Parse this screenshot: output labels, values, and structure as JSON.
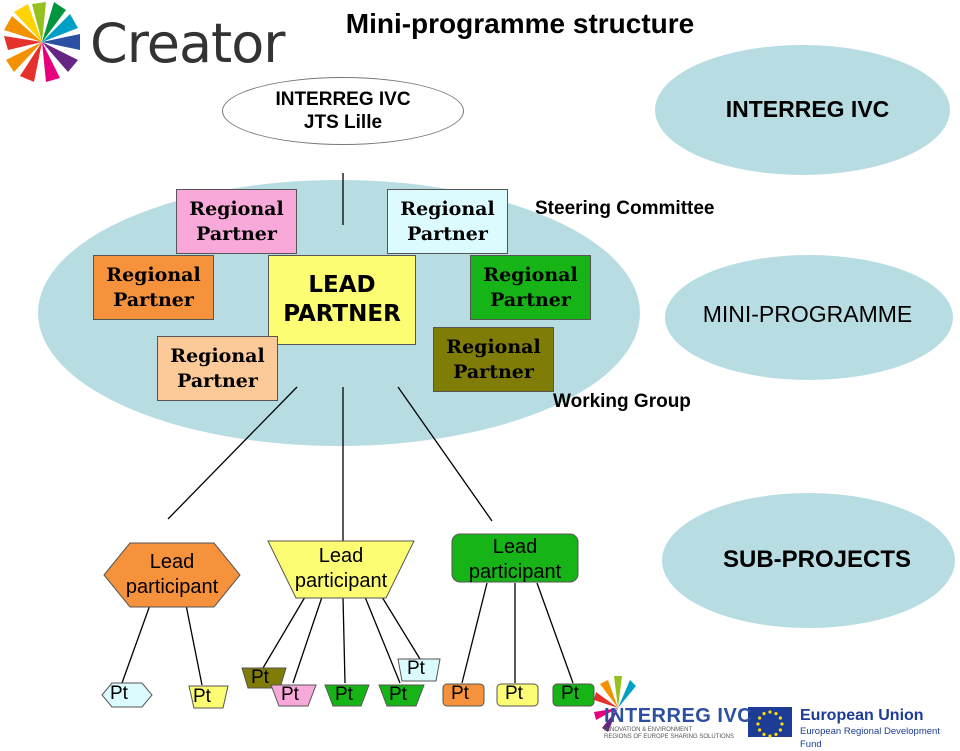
{
  "title": "Mini-programme structure",
  "logo": {
    "text": "Creator"
  },
  "jts": {
    "line1": "INTERREG IVC",
    "line2": "JTS Lille"
  },
  "levels": {
    "interreg": "INTERREG IVC",
    "steering": "Steering Committee",
    "mini": "MINI-PROGRAMME",
    "working": "Working Group",
    "sub": "SUB-PROJECTS"
  },
  "partners": {
    "line1": "Regional",
    "line2": "Partner",
    "lead_line1": "LEAD",
    "lead_line2": "PARTNER"
  },
  "lead_participant": {
    "line1": "Lead",
    "line2": "participant"
  },
  "pt": "Pt",
  "footer": {
    "interreg": "INTERREG IVC",
    "interreg_sub1": "INNOVATION & ENVIRONMENT",
    "interreg_sub2": "REGIONS OF EUROPE SHARING SOLUTIONS",
    "eu": "European Union",
    "eu_sub": "European Regional Development Fund"
  },
  "colors": {
    "ellipse": "#b7dde3",
    "pink": "#f8a9d9",
    "cyan": "#dcfbff",
    "orange": "#f6913c",
    "peach": "#fcc998",
    "yellow": "#fdfd73",
    "green": "#17b417",
    "olive": "#7f7d08",
    "eu_blue": "#1c3c96"
  }
}
